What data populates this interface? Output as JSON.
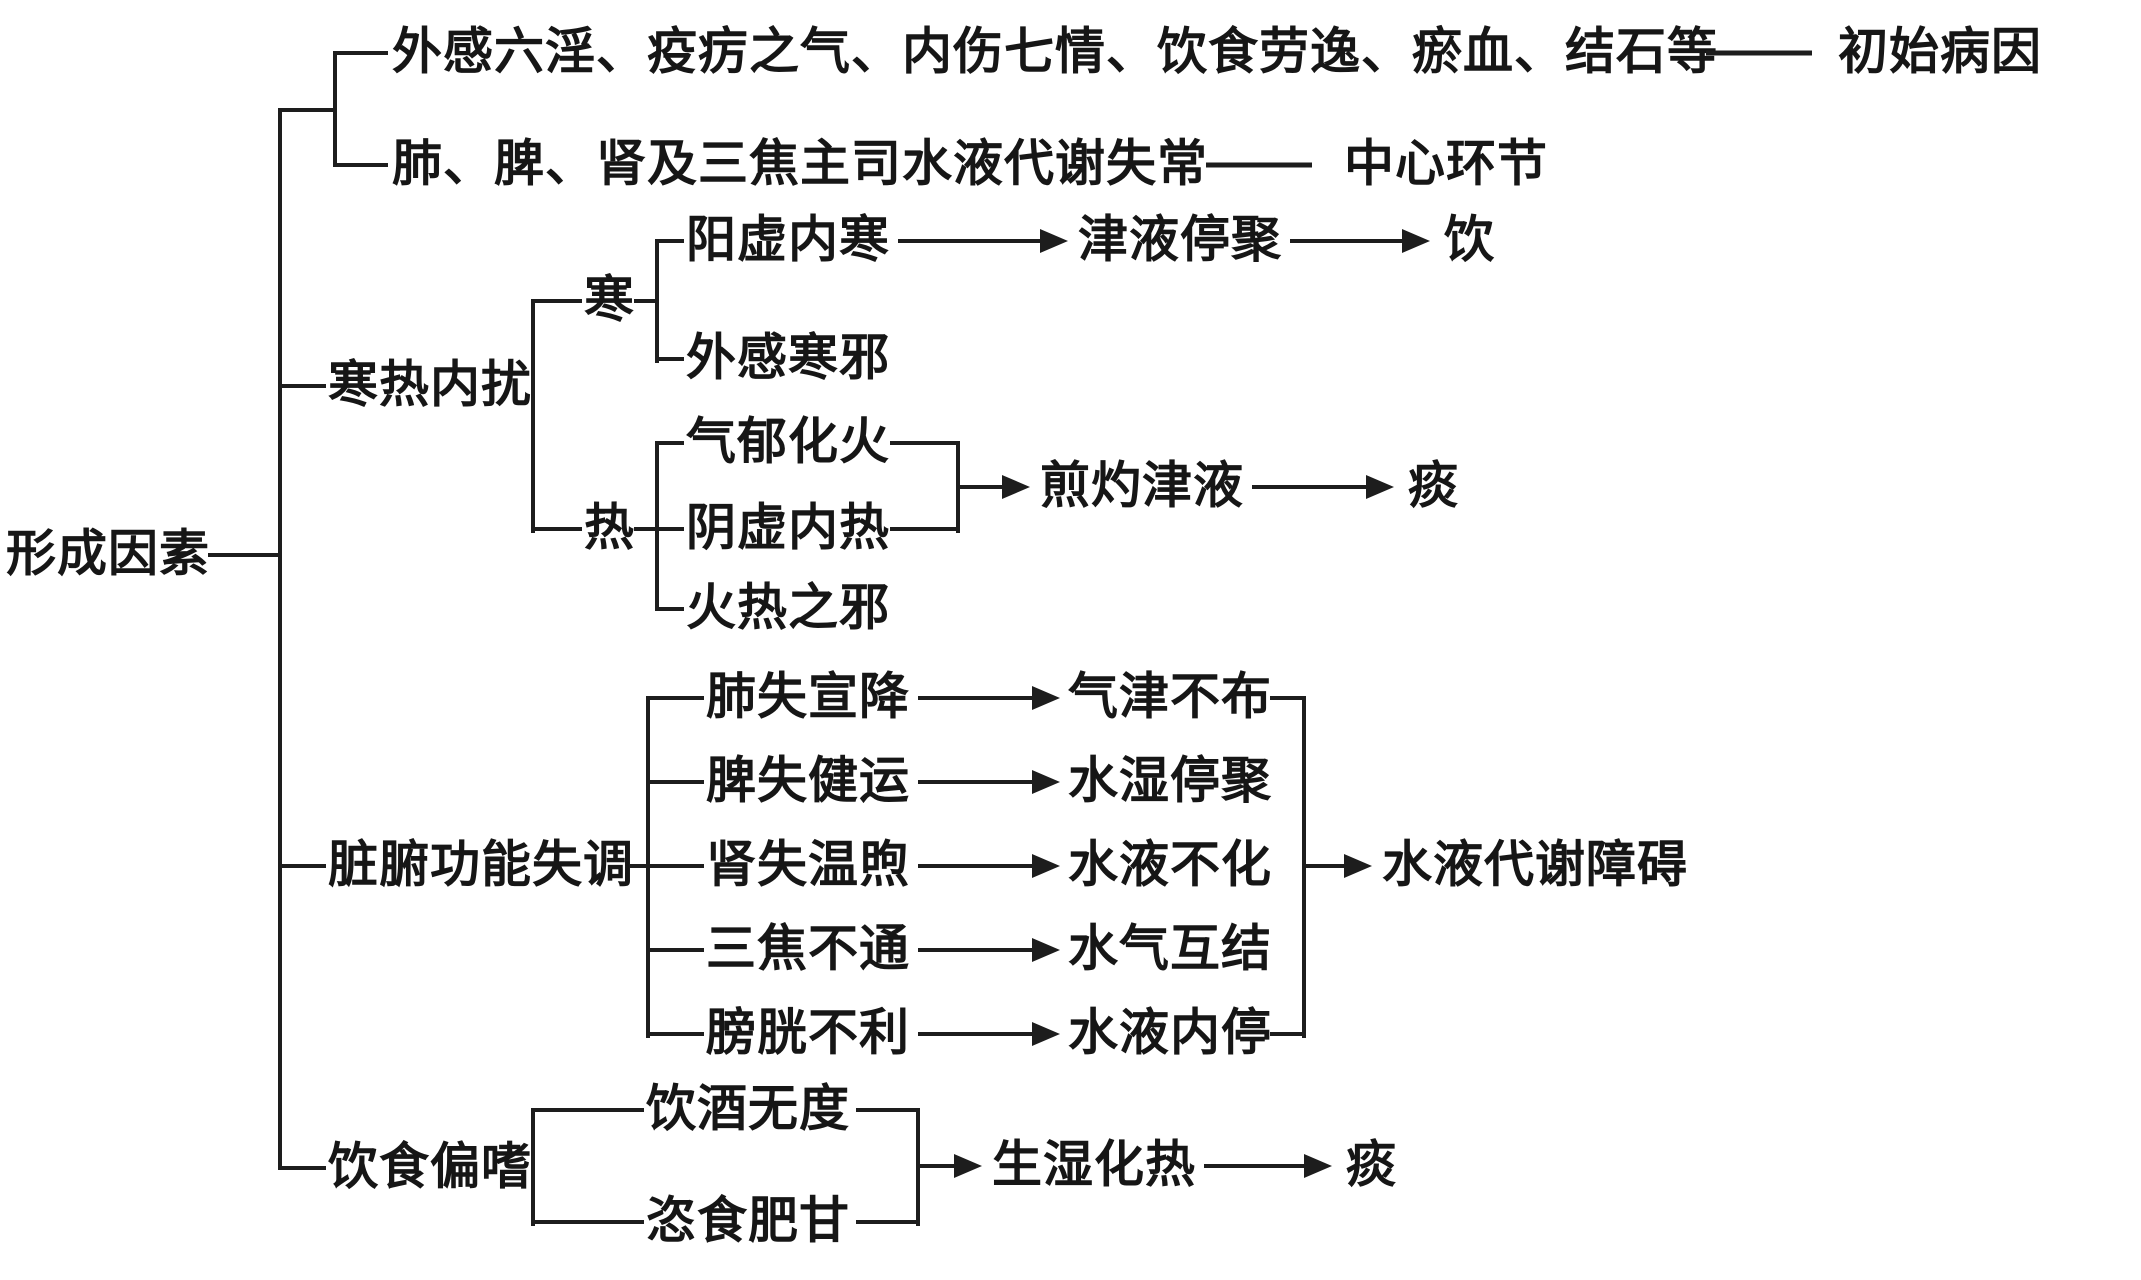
{
  "root": {
    "label": "形成因素"
  },
  "initial": {
    "causes": "外感六淫、疫疠之气、内伤七情、饮食劳逸、瘀血、结石等",
    "tag": "初始病因"
  },
  "central": {
    "text": "肺、脾、肾及三焦主司水液代谢失常",
    "tag": "中心环节"
  },
  "coldheat": {
    "label": "寒热内扰",
    "cold": {
      "label": "寒",
      "cause1": "阳虚内寒",
      "effect": "津液停聚",
      "result": "饮",
      "cause2": "外感寒邪"
    },
    "heat": {
      "label": "热",
      "cause1": "气郁化火",
      "cause2": "阴虚内热",
      "effect": "煎灼津液",
      "result": "痰",
      "cause3": "火热之邪"
    }
  },
  "zangfu": {
    "label": "脏腑功能失调",
    "rows": [
      {
        "cause": "肺失宣降",
        "effect": "气津不布"
      },
      {
        "cause": "脾失健运",
        "effect": "水湿停聚"
      },
      {
        "cause": "肾失温煦",
        "effect": "水液不化"
      },
      {
        "cause": "三焦不通",
        "effect": "水气互结"
      },
      {
        "cause": "膀胱不利",
        "effect": "水液内停"
      }
    ],
    "result": "水液代谢障碍"
  },
  "diet": {
    "label": "饮食偏嗜",
    "cause1": "饮酒无度",
    "cause2": "恣食肥甘",
    "effect": "生湿化热",
    "result": "痰"
  }
}
